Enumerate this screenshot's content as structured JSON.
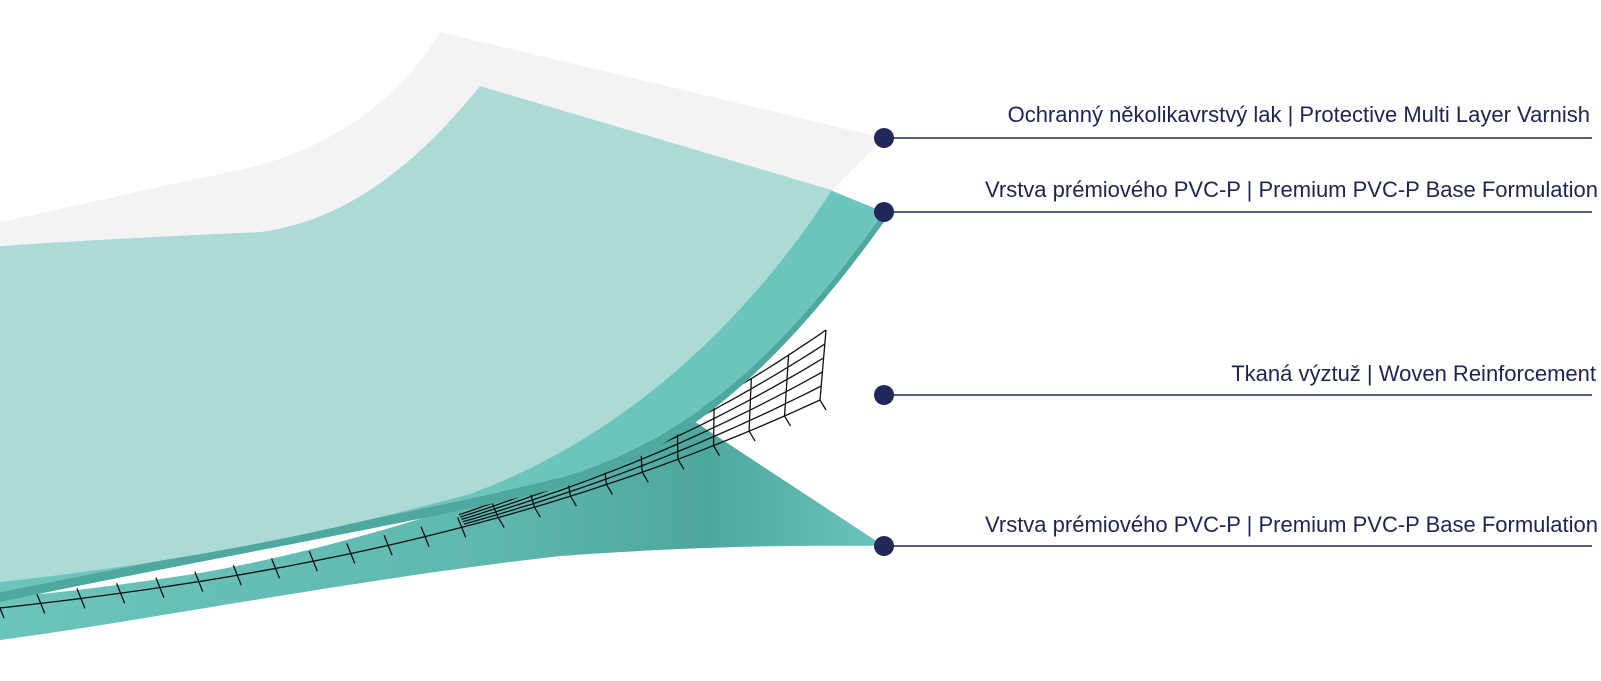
{
  "colors": {
    "varnish": "#f3f3f5",
    "pvc_top_face": "#acdbd6",
    "pvc_top_edge": "#6cc5bd",
    "pvc_bottom": "#6cc5bd",
    "pvc_bottom_shadow": "#4fa89f",
    "reinforcement_mesh": "#111111",
    "marker": "#22295a",
    "leader_line": "#1d2550",
    "label_text": "#1d2550"
  },
  "layers": [
    {
      "id": "varnish",
      "label": "Ochranný několikavrstvý lak  |  Protective Multi Layer Varnish"
    },
    {
      "id": "pvc-top",
      "label": "Vrstva prémiového PVC-P  |  Premium PVC-P Base Formulation"
    },
    {
      "id": "reinforcement",
      "label": "Tkaná výztuž  |  Woven Reinforcement"
    },
    {
      "id": "pvc-bottom",
      "label": "Vrstva prémiového PVC-P  |  Premium PVC-P Base Formulation"
    }
  ]
}
